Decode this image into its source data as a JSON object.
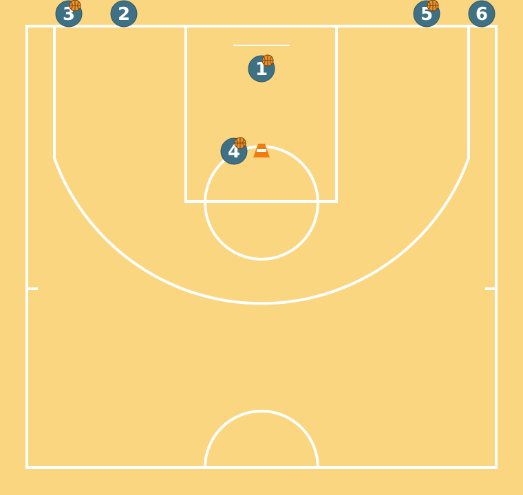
{
  "colors": {
    "court": "#fad680",
    "lines": "#ffffff",
    "player": "#3f7185",
    "player_text": "#ffffff",
    "ball": "#e8922a",
    "ball_seams": "#7a3e0c",
    "cone": "#f07b10"
  },
  "players": [
    {
      "id": "p3",
      "label": "3",
      "has_ball": true
    },
    {
      "id": "p2",
      "label": "2",
      "has_ball": false
    },
    {
      "id": "p5",
      "label": "5",
      "has_ball": true
    },
    {
      "id": "p6",
      "label": "6",
      "has_ball": false
    },
    {
      "id": "p1",
      "label": "1",
      "has_ball": true
    },
    {
      "id": "p4",
      "label": "4",
      "has_ball": true
    }
  ],
  "cone": {
    "icon": "traffic-cone-icon"
  },
  "ball_icon": "basketball-icon"
}
